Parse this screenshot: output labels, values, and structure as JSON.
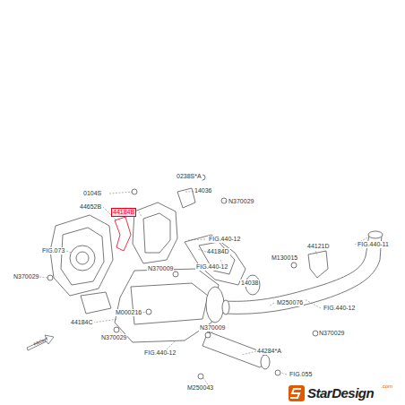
{
  "diagram": {
    "labels": [
      "0238S*A",
      "14036",
      "0104S",
      "44652B",
      "44184B",
      "FIG.073",
      "N370029",
      "N370029",
      "FIG.440-12",
      "44184D",
      "44121D",
      "M130015",
      "FIG.440-11",
      "N370009",
      "FIG.440-12",
      "14038",
      "M250076",
      "FIG.440-12",
      "M000216",
      "44184C",
      "N370009",
      "N370029",
      "44284*A",
      "N370029",
      "FIG.440-12",
      "FIG.055",
      "M250043",
      "FRONT",
      "StarDesign",
      ".com"
    ]
  }
}
